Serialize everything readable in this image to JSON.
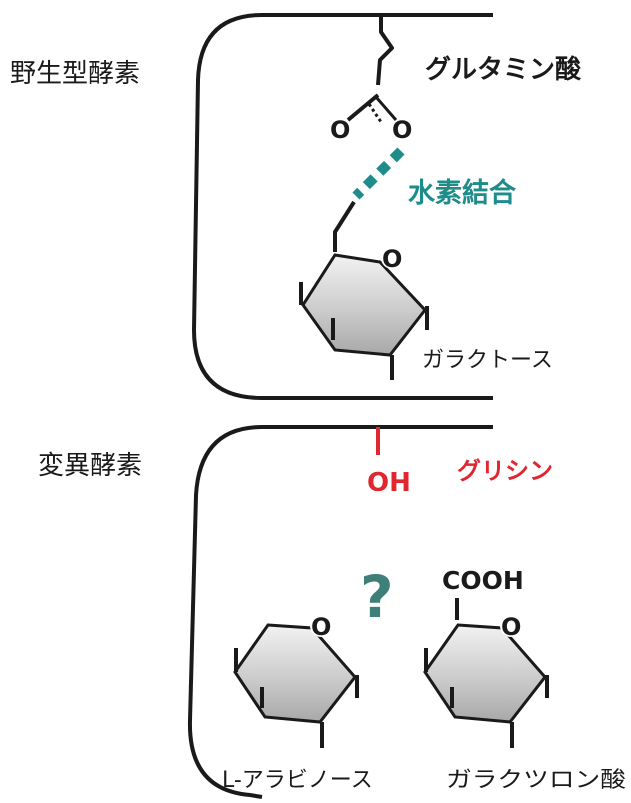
{
  "top": {
    "enzyme_label": "野生型酵素",
    "residue_label": "グルタミン酸",
    "bond_label": "水素結合",
    "sugar_label": "ガラクトース",
    "ring_o": "O",
    "carboxyl_o1": "O",
    "carboxyl_o2": "O"
  },
  "bottom": {
    "enzyme_label": "変異酵素",
    "oh_label": "OH",
    "residue_label": "グリシン",
    "question_mark": "?",
    "cooh_label": "COOH",
    "sugar1_label": "L-アラビノース",
    "sugar2_label": "ガラクツロン酸",
    "ring_o1": "O",
    "ring_o2": "O"
  },
  "colors": {
    "teal": "#1f8c8c",
    "red": "#e0262f",
    "question": "#3f7f7a",
    "line": "#1a1a1a"
  }
}
